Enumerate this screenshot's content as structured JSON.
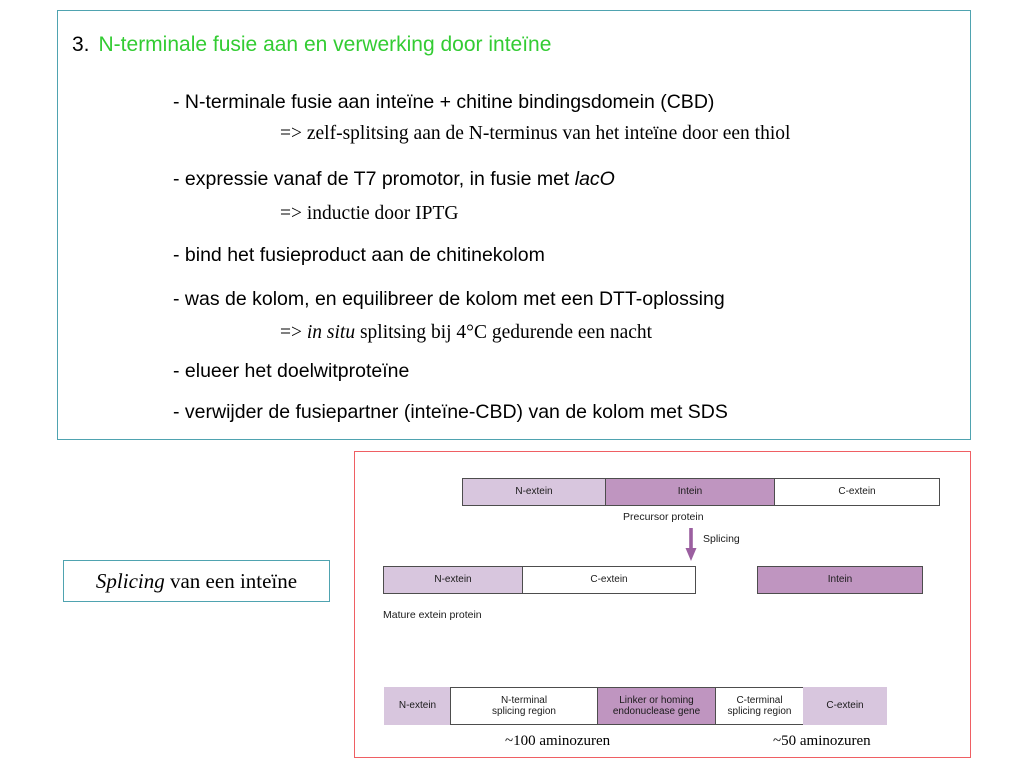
{
  "slide": {
    "heading": {
      "number": "3.",
      "title": "N-terminale fusie aan en verwerking door inteïne",
      "color": "#33cc33"
    },
    "bullets": [
      {
        "kind": "dash",
        "text": "- N-terminale fusie aan inteïne + chitine bindingsdomein (CBD)"
      },
      {
        "kind": "arrow",
        "text": "=> zelf-splitsing aan de N-terminus van het inteïne door een thiol"
      },
      {
        "kind": "dash",
        "text": "- expressie vanaf de T7 promotor, in fusie met ",
        "em": "lacO",
        "after": ""
      },
      {
        "kind": "arrow",
        "text": "=> inductie door IPTG"
      },
      {
        "kind": "dash",
        "text": "- bind het fusieproduct aan de chitinekolom"
      },
      {
        "kind": "dash",
        "text": "- was de kolom, en equilibreer de kolom met een DTT-oplossing"
      },
      {
        "kind": "arrow",
        "text": "=> ",
        "em": "in situ",
        "after": " splitsing bij 4°C gedurende een nacht"
      },
      {
        "kind": "dash",
        "text": "- elueer het doelwitproteïne"
      },
      {
        "kind": "dash",
        "text": "- verwijder de fusiepartner (inteïne-CBD) van de kolom met SDS"
      }
    ],
    "border_color": "#4fa3b0"
  },
  "caption": {
    "emphasis": "Splicing",
    "rest": " van een inteïne",
    "border_color": "#4fa3b0"
  },
  "figure": {
    "border_color": "#ef5f63",
    "colors": {
      "light_purple": "#d8c6de",
      "dark_purple": "#bf95c0",
      "white": "#ffffff",
      "segment_border": "#4d4d4d",
      "arrow": "#9b5fa0"
    },
    "precursor_row": {
      "segments": [
        {
          "label": "N-extein",
          "fill": "light"
        },
        {
          "label": "Intein",
          "fill": "dark"
        },
        {
          "label": "C-extein",
          "fill": "white"
        }
      ],
      "caption": "Precursor protein"
    },
    "splicing_arrow_label": "Splicing",
    "mature_row": {
      "segments": [
        {
          "label": "N-extein",
          "fill": "light"
        },
        {
          "label": "C-extein",
          "fill": "white"
        }
      ],
      "caption": "Mature extein protein",
      "released": {
        "label": "Intein",
        "fill": "dark"
      }
    },
    "domain_row": {
      "segments": [
        {
          "label": "N-extein",
          "fill": "light",
          "bordered": false
        },
        {
          "label": "N-terminal\nsplicing region",
          "fill": "white",
          "bordered": true
        },
        {
          "label": "Linker or homing\nendonuclease gene",
          "fill": "dark",
          "bordered": true
        },
        {
          "label": "C-terminal\nsplicing region",
          "fill": "white",
          "bordered": true
        },
        {
          "label": "C-extein",
          "fill": "light",
          "bordered": false
        }
      ],
      "annotations": [
        {
          "text": "~100 aminozuren"
        },
        {
          "text": "~50 aminozuren"
        }
      ]
    }
  }
}
